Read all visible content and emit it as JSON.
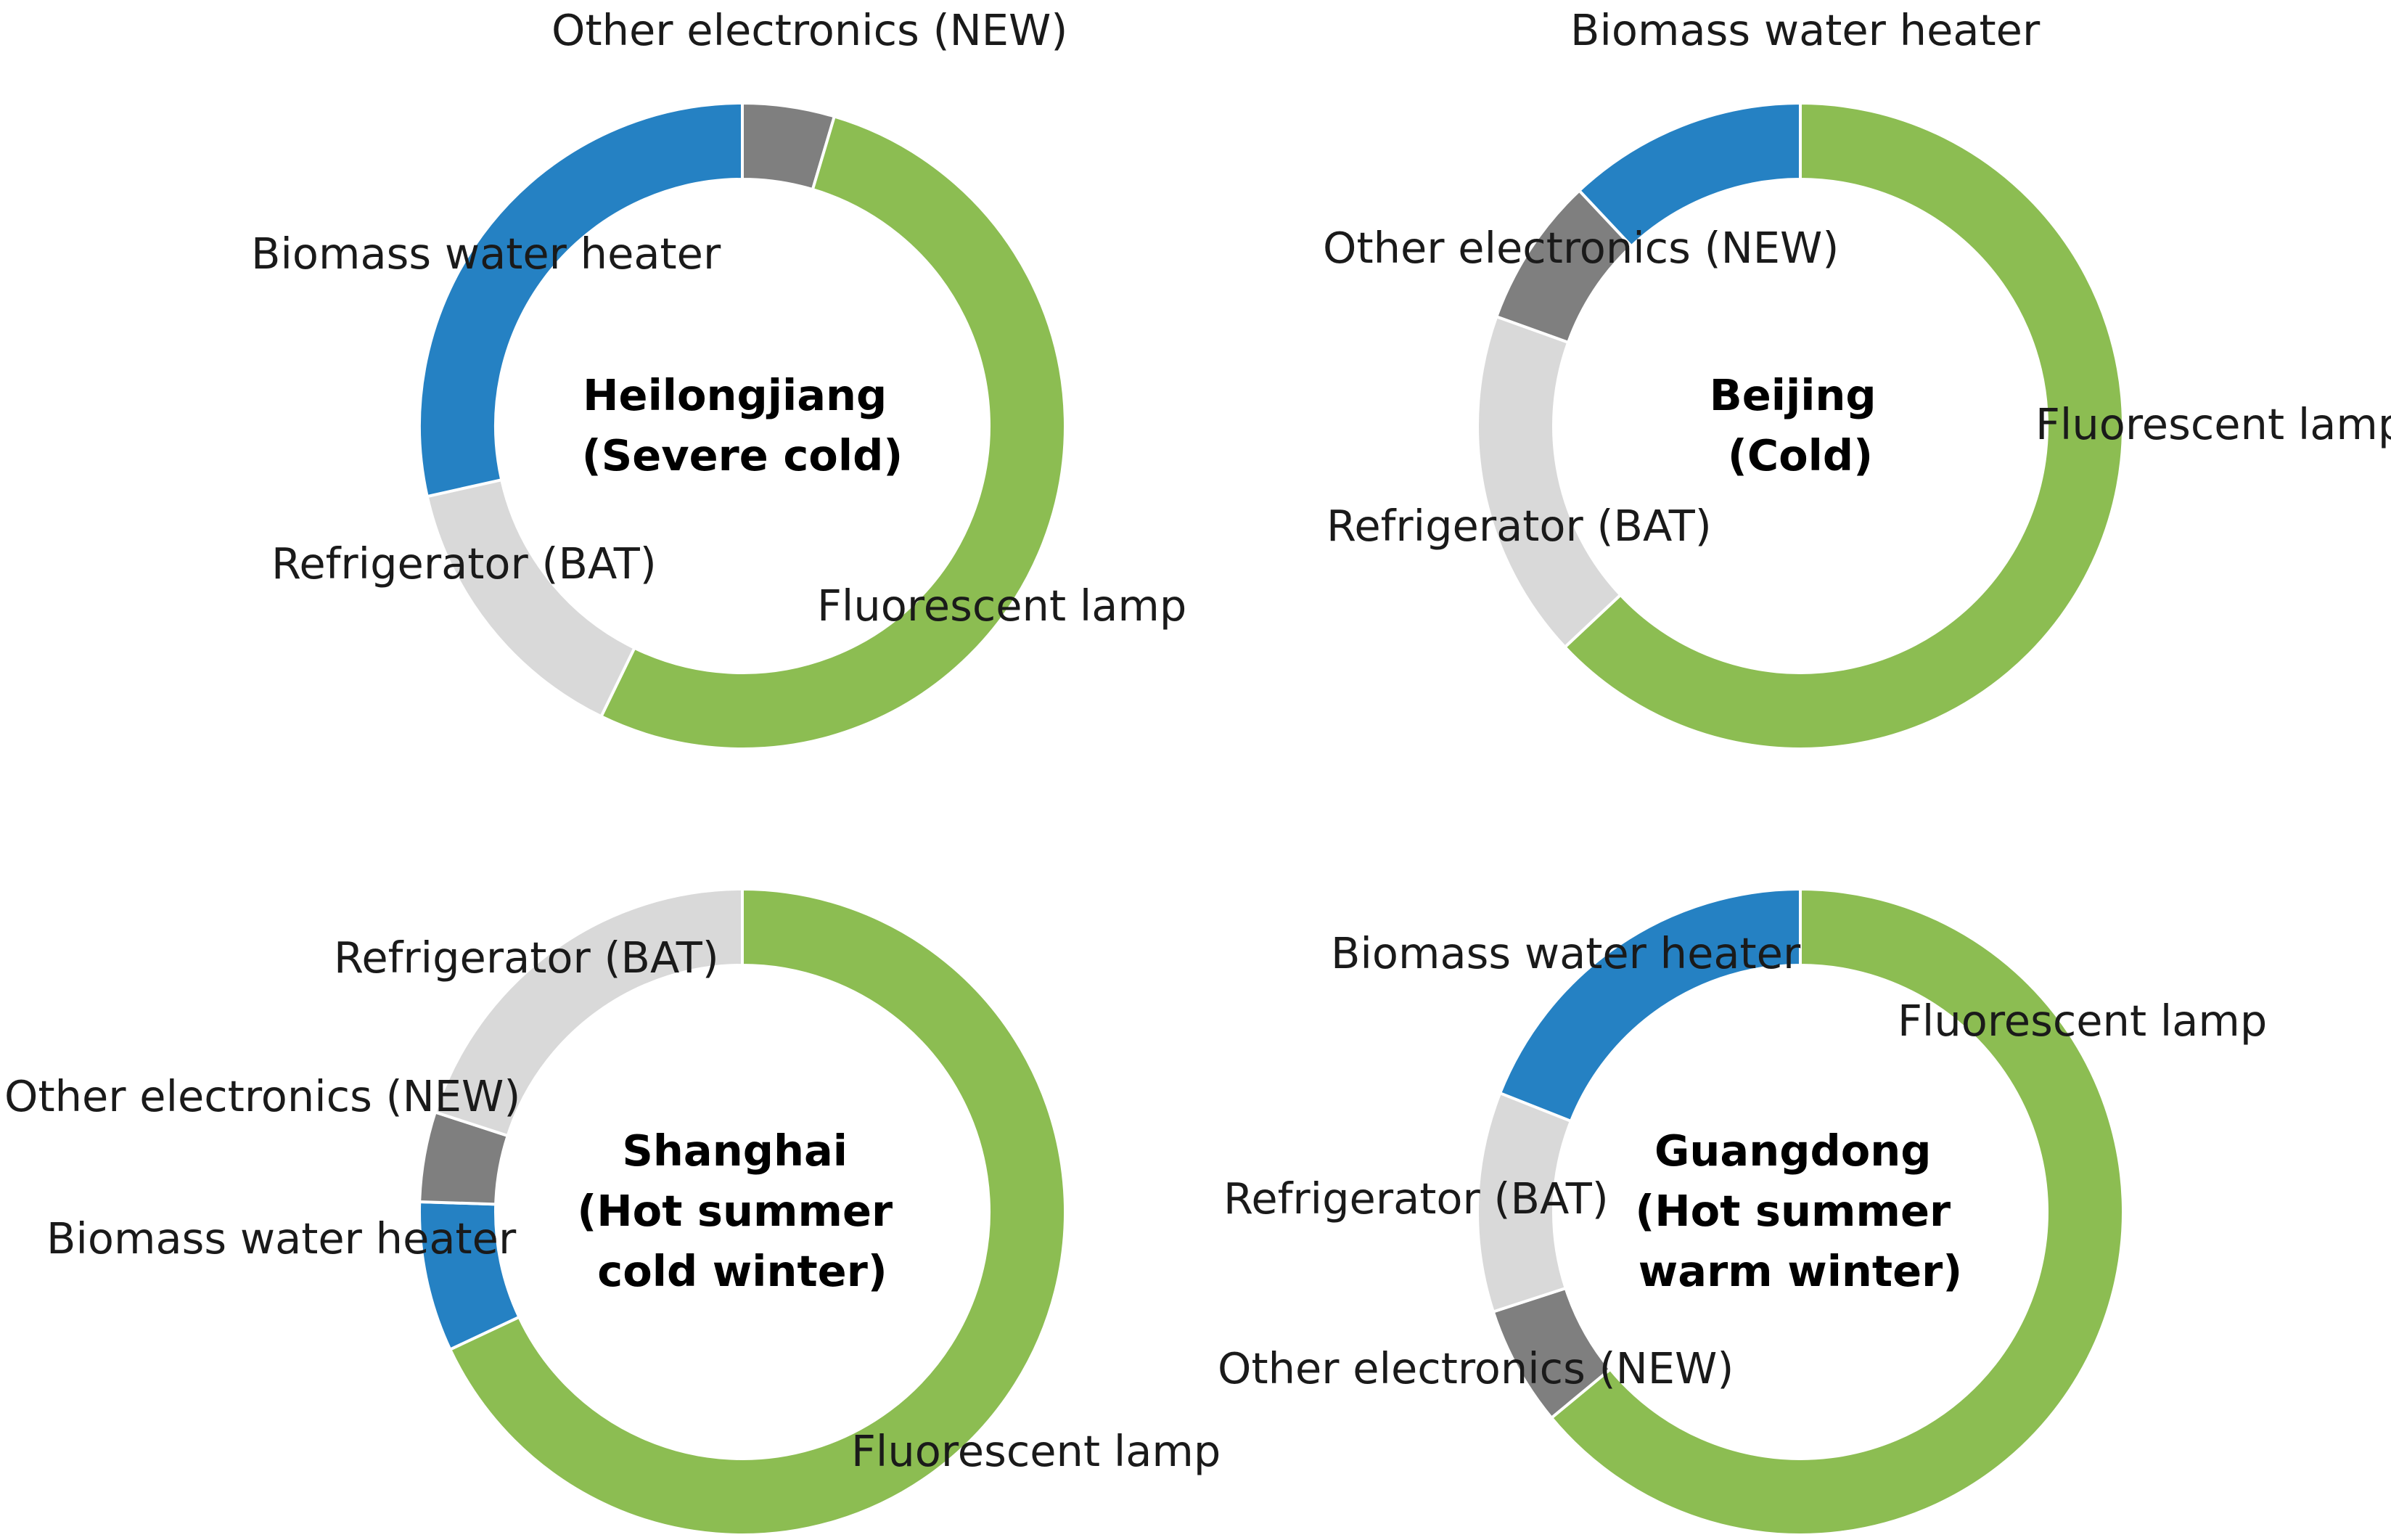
{
  "chart_data": [
    {
      "type": "pie",
      "variant": "donut",
      "title_lines": [
        "Heilongjiang",
        "(Severe cold)"
      ],
      "slices": [
        {
          "label": "Other electronics (NEW)",
          "value": 4.6,
          "color": "#7f7f7f"
        },
        {
          "label": "Fluorescent lamp",
          "value": 52.6,
          "color": "#8cbd52"
        },
        {
          "label": "Refrigerator (BAT)",
          "value": 14.3,
          "color": "#d9d9d9"
        },
        {
          "label": "Biomass water heater",
          "value": 28.5,
          "color": "#2581c3"
        }
      ]
    },
    {
      "type": "pie",
      "variant": "donut",
      "title_lines": [
        "Beijing",
        "(Cold)"
      ],
      "slices": [
        {
          "label": "Fluorescent lamp",
          "value": 63.0,
          "color": "#8cbd52"
        },
        {
          "label": "Refrigerator (BAT)",
          "value": 17.5,
          "color": "#d9d9d9"
        },
        {
          "label": "Other electronics (NEW)",
          "value": 7.5,
          "color": "#7f7f7f"
        },
        {
          "label": "Biomass water heater",
          "value": 12.0,
          "color": "#2581c3"
        }
      ]
    },
    {
      "type": "pie",
      "variant": "donut",
      "title_lines": [
        "Shanghai",
        "(Hot summer",
        "cold winter)"
      ],
      "slices": [
        {
          "label": "Fluorescent lamp",
          "value": 68.0,
          "color": "#8cbd52"
        },
        {
          "label": "Biomass water heater",
          "value": 7.5,
          "color": "#2581c3"
        },
        {
          "label": "Other electronics (NEW)",
          "value": 4.5,
          "color": "#7f7f7f"
        },
        {
          "label": "Refrigerator (BAT)",
          "value": 20.0,
          "color": "#d9d9d9"
        }
      ]
    },
    {
      "type": "pie",
      "variant": "donut",
      "title_lines": [
        "Guangdong",
        "(Hot summer",
        "warm winter)"
      ],
      "slices": [
        {
          "label": "Fluorescent lamp",
          "value": 64.0,
          "color": "#8cbd52"
        },
        {
          "label": "Other electronics (NEW)",
          "value": 6.0,
          "color": "#7f7f7f"
        },
        {
          "label": "Refrigerator (BAT)",
          "value": 11.0,
          "color": "#d9d9d9"
        },
        {
          "label": "Biomass water heater",
          "value": 19.0,
          "color": "#2581c3"
        }
      ]
    }
  ]
}
